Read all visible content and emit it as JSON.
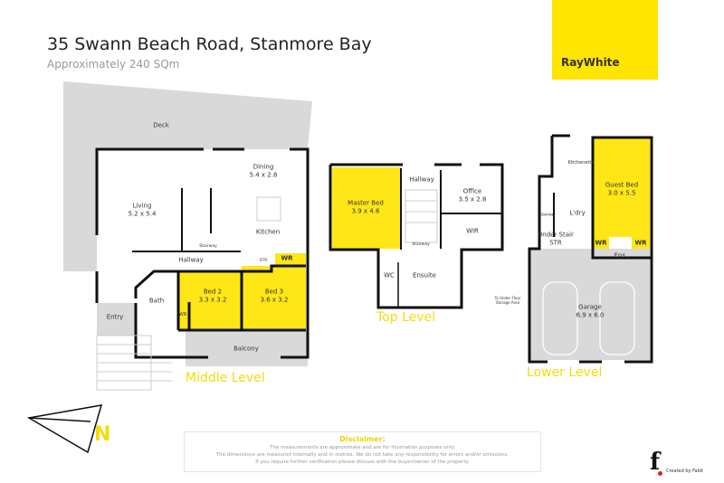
{
  "header": {
    "address": "35 Swann Beach Road, Stanmore Bay",
    "area": "Approximately 240 SQm"
  },
  "brand": {
    "logo_text": "RayWhite",
    "color": "#ffe500"
  },
  "colors": {
    "bedroom": "#ffe617",
    "outdoor": "#d9d9d9",
    "wall": "#111111",
    "level_label": "#f5dc0c"
  },
  "middle_level": {
    "label": "Middle Level",
    "rooms": [
      {
        "name": "Deck",
        "dims": ""
      },
      {
        "name": "Dining",
        "dims": "5.4 x 2.8"
      },
      {
        "name": "Living",
        "dims": "5.2 x 5.4"
      },
      {
        "name": "Kitchen",
        "dims": ""
      },
      {
        "name": "Stairway",
        "dims": ""
      },
      {
        "name": "Hallway",
        "dims": ""
      },
      {
        "name": "STR",
        "dims": ""
      },
      {
        "name": "WR",
        "dims": ""
      },
      {
        "name": "Bath",
        "dims": ""
      },
      {
        "name": "Bed 2",
        "dims": "3.3 x 3.2"
      },
      {
        "name": "Bed 3",
        "dims": "3.6 x 3.2"
      },
      {
        "name": "WR",
        "dims": ""
      },
      {
        "name": "Entry",
        "dims": ""
      },
      {
        "name": "Balcony",
        "dims": ""
      }
    ]
  },
  "top_level": {
    "label": "Top Level",
    "rooms": [
      {
        "name": "Master Bed",
        "dims": "3.9 x 4.6"
      },
      {
        "name": "Hallway",
        "dims": ""
      },
      {
        "name": "Office",
        "dims": "3.5 x 2.8"
      },
      {
        "name": "WIR",
        "dims": ""
      },
      {
        "name": "Stairway",
        "dims": ""
      },
      {
        "name": "WC",
        "dims": ""
      },
      {
        "name": "Ensuite",
        "dims": ""
      }
    ]
  },
  "lower_level": {
    "label": "Lower Level",
    "rooms": [
      {
        "name": "Kitchenette",
        "dims": ""
      },
      {
        "name": "Guest Bed",
        "dims": "3.0 x 5.5"
      },
      {
        "name": "L'dry",
        "dims": ""
      },
      {
        "name": "Stairway",
        "dims": ""
      },
      {
        "name": "Under Stair STR",
        "dims": ""
      },
      {
        "name": "WR",
        "dims": ""
      },
      {
        "name": "WR",
        "dims": ""
      },
      {
        "name": "Ens.",
        "dims": ""
      },
      {
        "name": "Garage",
        "dims": "6.9 x 6.0"
      },
      {
        "name": "To Under Floor Storage Area",
        "dims": ""
      }
    ]
  },
  "compass": {
    "label": "N"
  },
  "disclaimer": {
    "title": "Disclaimer:",
    "lines": [
      "The measurements are approximate and are for illustration purposes only.",
      "The dimensions are measured internally and in metres. We do not take any responsibility for errors and/or omissions.",
      "If you require further verification please discuss with the buyer/owner of the property."
    ]
  },
  "credit": {
    "text": "Created by Fabit",
    "logo_letter": "f"
  }
}
